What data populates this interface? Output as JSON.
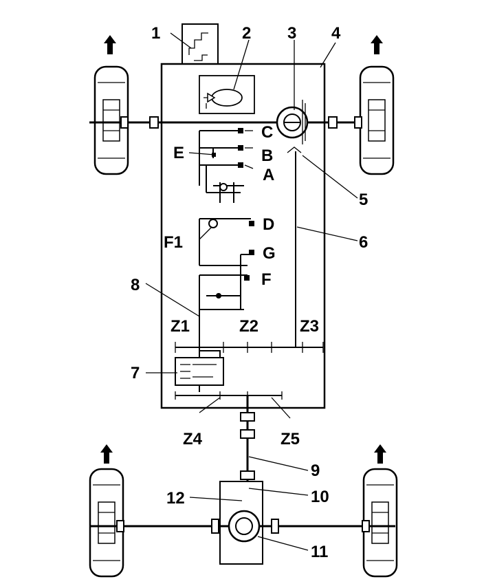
{
  "callouts": [
    {
      "id": "c1",
      "text": "1"
    },
    {
      "id": "c2",
      "text": "2"
    },
    {
      "id": "c3",
      "text": "3"
    },
    {
      "id": "c4",
      "text": "4"
    },
    {
      "id": "c5",
      "text": "5"
    },
    {
      "id": "c6",
      "text": "6"
    },
    {
      "id": "c7",
      "text": "7"
    },
    {
      "id": "c8",
      "text": "8"
    },
    {
      "id": "c9",
      "text": "9"
    },
    {
      "id": "c10",
      "text": "10"
    },
    {
      "id": "c11",
      "text": "11"
    },
    {
      "id": "c12",
      "text": "12"
    },
    {
      "id": "cA",
      "text": "A"
    },
    {
      "id": "cB",
      "text": "B"
    },
    {
      "id": "cC",
      "text": "C"
    },
    {
      "id": "cD",
      "text": "D"
    },
    {
      "id": "cE",
      "text": "E"
    },
    {
      "id": "cF",
      "text": "F"
    },
    {
      "id": "cF1",
      "text": "F1"
    },
    {
      "id": "cG",
      "text": "G"
    },
    {
      "id": "cZ1",
      "text": "Z1"
    },
    {
      "id": "cZ2",
      "text": "Z2"
    },
    {
      "id": "cZ3",
      "text": "Z3"
    },
    {
      "id": "cZ4",
      "text": "Z4"
    },
    {
      "id": "cZ5",
      "text": "Z5"
    }
  ],
  "icons": {
    "wheel": "wheel-icon",
    "arrow": "forward-arrow-icon",
    "differential": "differential-icon"
  }
}
